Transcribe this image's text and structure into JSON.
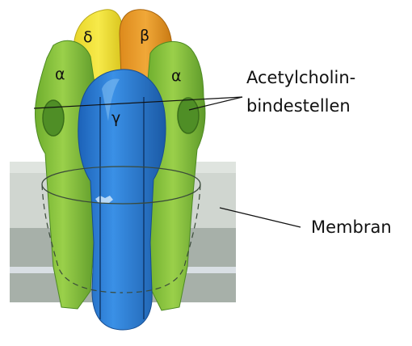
{
  "subunits": {
    "delta": "δ",
    "beta": "β",
    "alpha_left": "α",
    "alpha_right": "α",
    "gamma": "γ"
  },
  "labels": {
    "binding_line1": "Acetylcholin-",
    "binding_line2": "bindestellen",
    "membrane": "Membran"
  },
  "colors": {
    "alpha": "#8cc63f",
    "alpha_dark": "#5e9a2a",
    "gamma": "#2f7fd6",
    "gamma_dark": "#1b5aa6",
    "delta": "#f2e23a",
    "beta": "#e89b2a",
    "membrane_light": "#d3d9d3",
    "membrane_dark": "#a9b2ab"
  }
}
